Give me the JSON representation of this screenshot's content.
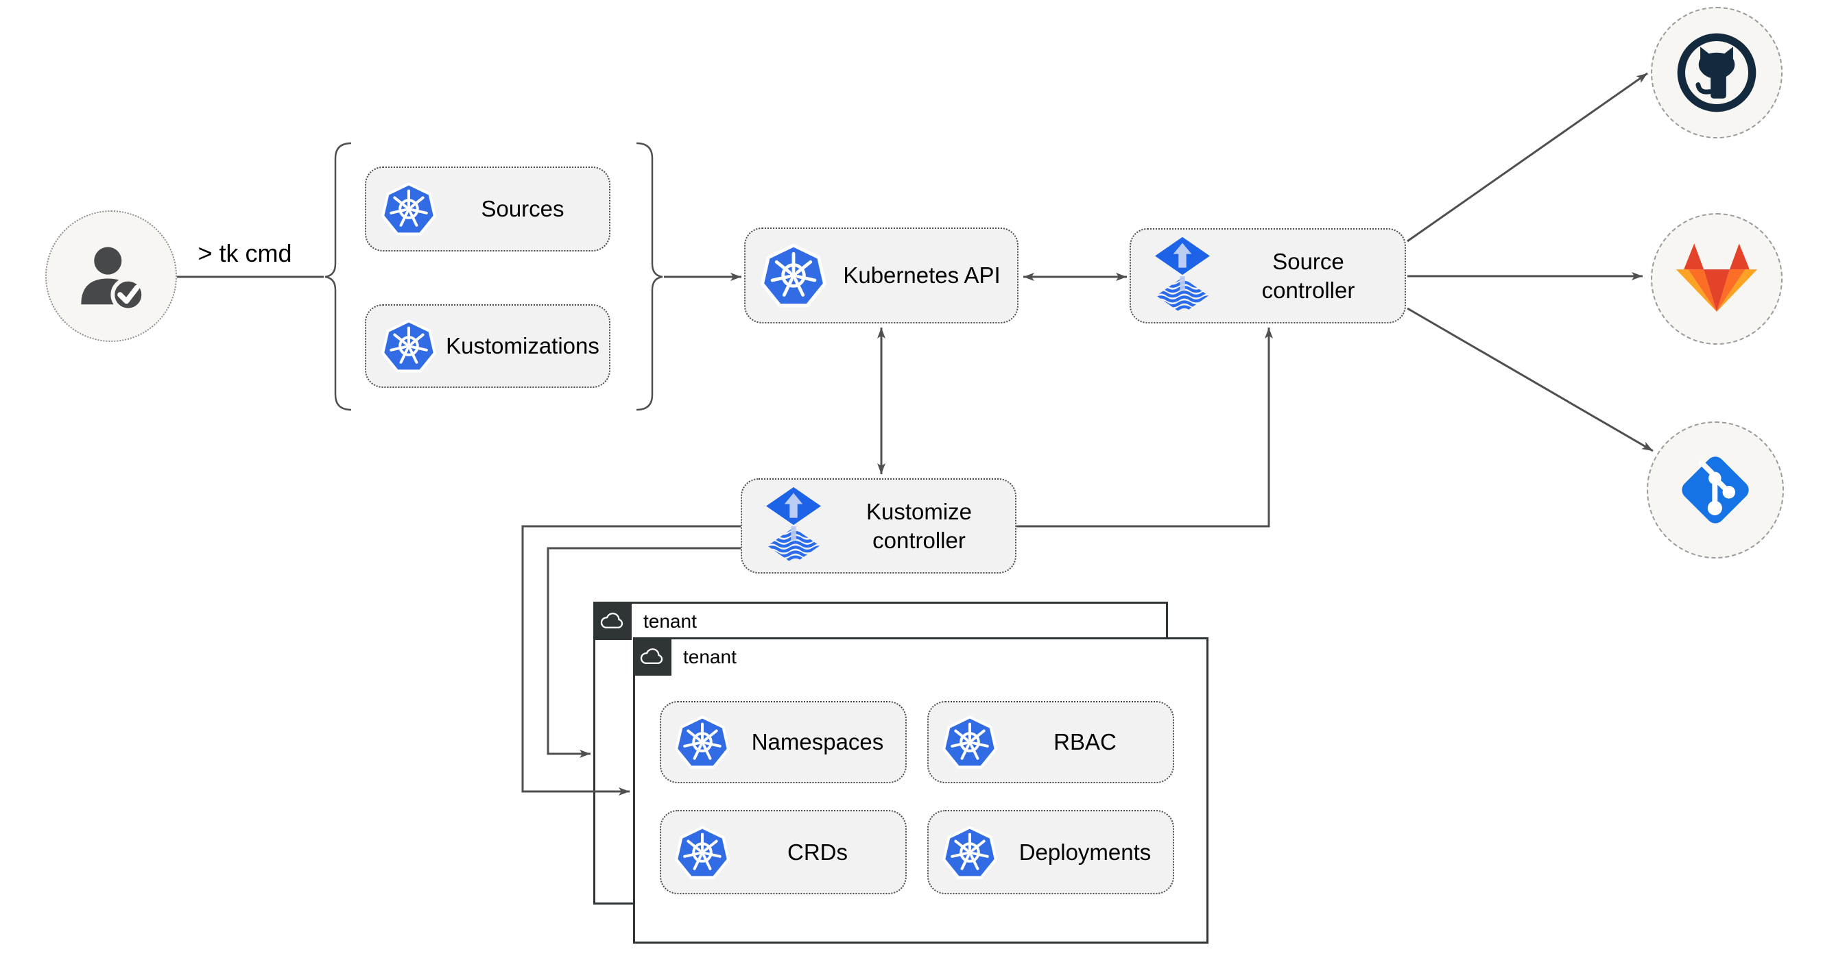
{
  "labels": {
    "cli_command": "> tk cmd"
  },
  "nodes": {
    "sources": {
      "label": "Sources",
      "icon": "kubernetes-icon"
    },
    "kustomizations": {
      "label": "Kustomizations",
      "icon": "kubernetes-icon"
    },
    "kubernetes_api": {
      "label": "Kubernetes API",
      "icon": "kubernetes-icon"
    },
    "source_controller": {
      "label": "Source controller",
      "icon": "flux-icon"
    },
    "kustomize_controller": {
      "label": "Kustomize controller",
      "icon": "flux-icon"
    },
    "namespaces": {
      "label": "Namespaces",
      "icon": "kubernetes-icon"
    },
    "rbac": {
      "label": "RBAC",
      "icon": "kubernetes-icon"
    },
    "crds": {
      "label": "CRDs",
      "icon": "kubernetes-icon"
    },
    "deployments": {
      "label": "Deployments",
      "icon": "kubernetes-icon"
    }
  },
  "groups": {
    "tenant_back": {
      "label": "tenant",
      "icon": "cloud-icon"
    },
    "tenant_front": {
      "label": "tenant",
      "icon": "cloud-icon"
    }
  },
  "actors": {
    "user": {
      "icon": "user-check-icon"
    }
  },
  "endpoints": {
    "github": {
      "icon": "github-icon"
    },
    "gitlab": {
      "icon": "gitlab-icon"
    },
    "git": {
      "icon": "git-icon"
    }
  },
  "edges": [
    {
      "from": "user",
      "to": "cli-resources",
      "via": "> tk cmd",
      "arrow": "none"
    },
    {
      "from": "cli-resources",
      "to": "kubernetes_api",
      "arrow": "end"
    },
    {
      "from": "kubernetes_api",
      "to": "source_controller",
      "arrow": "both"
    },
    {
      "from": "kubernetes_api",
      "to": "kustomize_controller",
      "arrow": "both"
    },
    {
      "from": "kustomize_controller",
      "to": "source_controller",
      "arrow": "end"
    },
    {
      "from": "kustomize_controller",
      "to": "tenant_front",
      "arrow": "end"
    },
    {
      "from": "kustomize_controller",
      "to": "tenant_back",
      "arrow": "end"
    },
    {
      "from": "source_controller",
      "to": "github",
      "arrow": "end"
    },
    {
      "from": "source_controller",
      "to": "gitlab",
      "arrow": "end"
    },
    {
      "from": "source_controller",
      "to": "git",
      "arrow": "end"
    }
  ],
  "colors": {
    "kubernetes_blue": "#326ce5",
    "flux_blue": "#1c63e7",
    "flux_light_blue": "#bccdf3",
    "git_blue": "#1673e6",
    "github_dark": "#13293d",
    "gitlab_red": "#e24329",
    "gitlab_orange": "#fc6d26",
    "gitlab_amber": "#fca326",
    "line_gray": "#4f4f4f",
    "node_fill": "#f2f2f2",
    "tenant_dark": "#2f3437",
    "circle_fill": "#f8f6f2"
  }
}
